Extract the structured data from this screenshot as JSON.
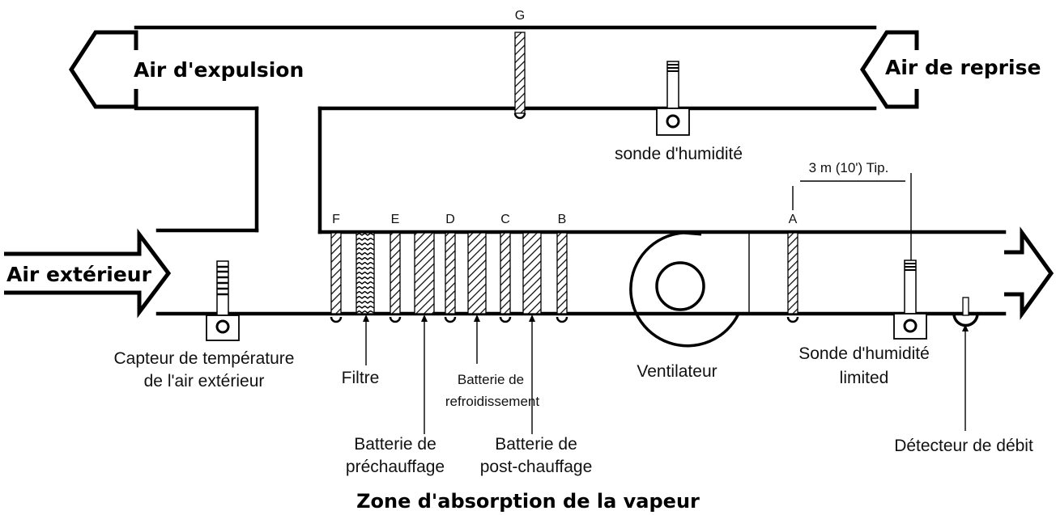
{
  "labels": {
    "exhaust_air": "Air d'expulsion",
    "return_air": "Air de reprise",
    "outdoor_air": "Air extérieur",
    "humidity_probe_return": "sonde d'humidité",
    "distance_note": "3 m (10') Tip.",
    "outdoor_temp_sensor_line1": "Capteur de température",
    "outdoor_temp_sensor_line2": "de l'air extérieur",
    "filter": "Filtre",
    "cooling_coil_line1": "Batterie de",
    "cooling_coil_line2": "refroidissement",
    "preheat_coil_line1": "Batterie de",
    "preheat_coil_line2": "préchauffage",
    "reheat_coil_line1": "Batterie de",
    "reheat_coil_line2": "post-chauffage",
    "fan": "Ventilateur",
    "high_limit_probe_line1": "Sonde d'humidité",
    "high_limit_probe_line2": "limited",
    "flow_detector": "Détecteur de débit",
    "absorption_zone": "Zone d'absorption de la vapeur"
  },
  "positions": {
    "G": "G",
    "F": "F",
    "E": "E",
    "D": "D",
    "C": "C",
    "B": "B",
    "A": "A"
  }
}
